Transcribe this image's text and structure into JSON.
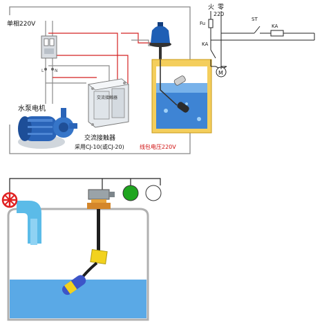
{
  "wiring": {
    "single_phase_label": "单相220V",
    "pump_motor_label": "水泵电机",
    "contactor_title": "交流接触器",
    "contactor_model": "采用CJ-10(或CJ-20)",
    "coil_voltage": "线包电压220V",
    "contactor_face_text": "交流接触器",
    "phase_labels": [
      "L",
      "N"
    ]
  },
  "schematic": {
    "live_label": "火",
    "neutral_label": "零",
    "voltage_label": "220",
    "fuse_label": "Fu",
    "switch_label": "ST",
    "relay_label": "KA",
    "relay_contact_label": "KA",
    "motor_label": "M"
  },
  "colors": {
    "water": "#5aa9e6",
    "tank_outline": "#b0b0b0",
    "float_yellow": "#f2d21e",
    "float_blue": "#3d55c8",
    "valve_red": "#e02020",
    "indicator_green": "#1fa51f",
    "wire_red": "#d42222",
    "pipe_blue": "#5bbbe8"
  },
  "icons": [
    "valve-icon",
    "pump-motor-icon",
    "contactor-icon",
    "float-switch-icon",
    "indicator-lamp-icon"
  ]
}
